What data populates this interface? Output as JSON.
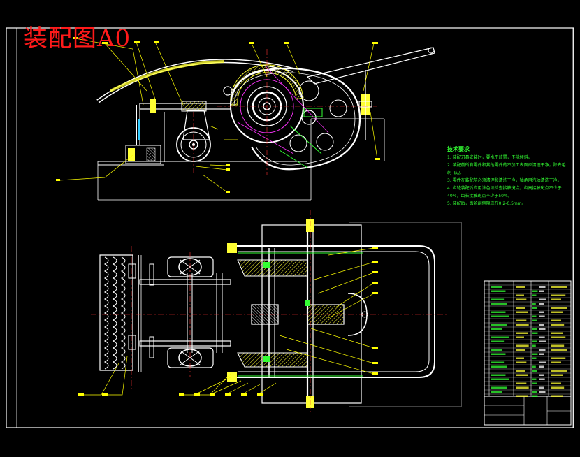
{
  "title": "装配图A0",
  "technical_requirements": {
    "heading": "技术要求",
    "items": [
      "1. 装配刀具安装时，要水平放置，不能倾斜。",
      "2. 装配前所有零件和其他零件的不加工表面应清理干净，除去毛刺飞边。",
      "3. 零件在装配前必须清理和清洗干净，轴承用汽油清洗干净。",
      "4. 齿轮装配后应用涂色法检查接触斑点，齿高接触斑点不少于40%，齿长接触斑点不少于50%。",
      "5. 装配后，齿轮副侧隙应在0.2-0.5mm。"
    ]
  },
  "colors": {
    "background": "#000000",
    "frame": "#ffffff",
    "title_red": "#ff1a1a",
    "parts_white": "#ffffff",
    "hatch_yellow": "#ffff33",
    "leader_yellow": "#ffff00",
    "centerline_red": "#ff3333",
    "magenta": "#ff33ff",
    "green": "#33ff33",
    "cyan": "#00ffff"
  }
}
